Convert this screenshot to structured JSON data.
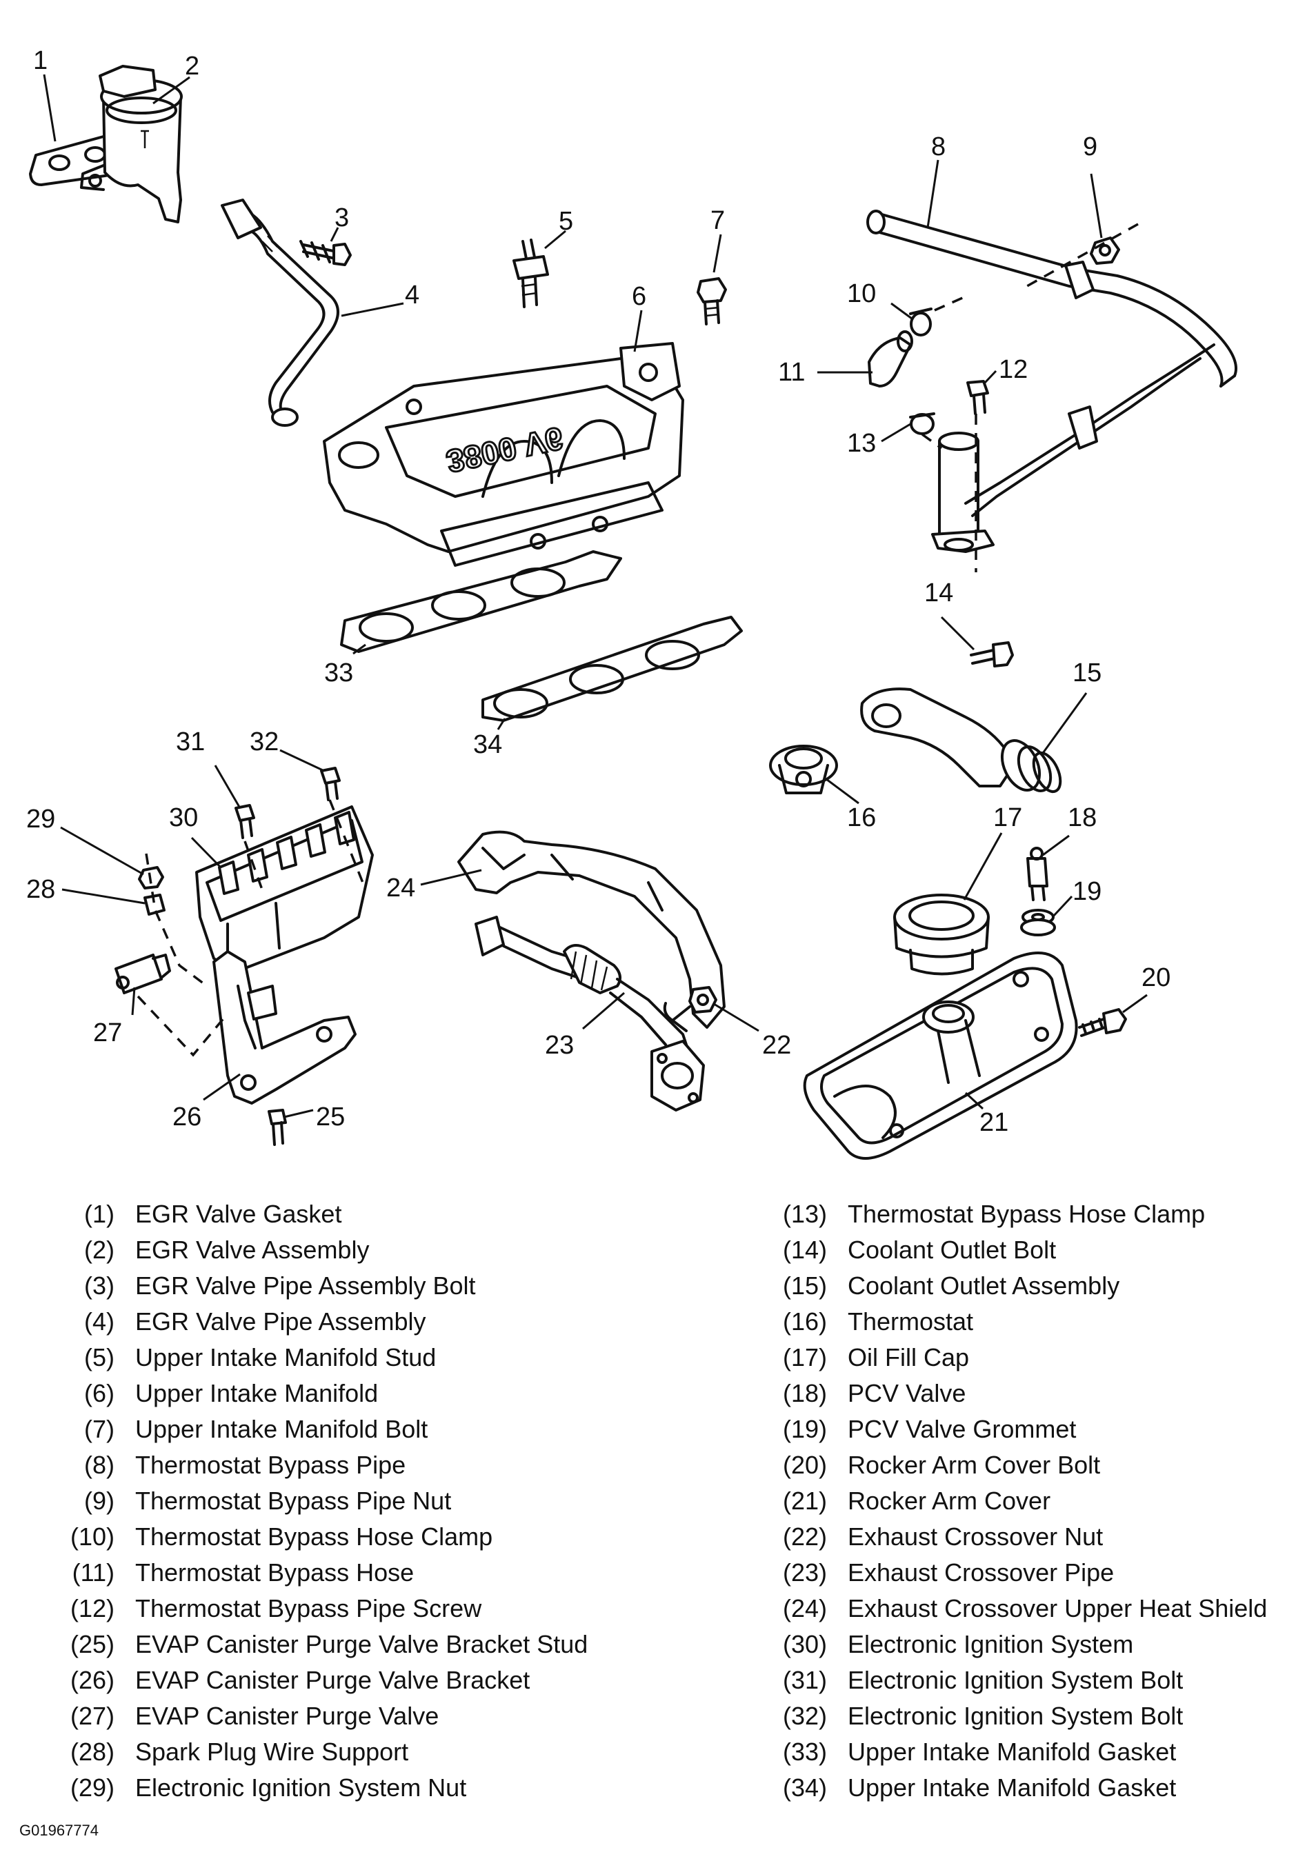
{
  "legend_left": [
    {
      "num": "(1)",
      "label": "EGR Valve Gasket"
    },
    {
      "num": "(2)",
      "label": "EGR Valve Assembly"
    },
    {
      "num": "(3)",
      "label": "EGR Valve Pipe Assembly Bolt"
    },
    {
      "num": "(4)",
      "label": "EGR Valve Pipe Assembly"
    },
    {
      "num": "(5)",
      "label": "Upper Intake Manifold Stud"
    },
    {
      "num": "(6)",
      "label": "Upper Intake Manifold"
    },
    {
      "num": "(7)",
      "label": "Upper Intake Manifold Bolt"
    },
    {
      "num": "(8)",
      "label": "Thermostat Bypass Pipe"
    },
    {
      "num": "(9)",
      "label": "Thermostat Bypass Pipe Nut"
    },
    {
      "num": "(10)",
      "label": "Thermostat Bypass Hose Clamp"
    },
    {
      "num": "(11)",
      "label": "Thermostat Bypass Hose"
    },
    {
      "num": "(12)",
      "label": "Thermostat Bypass Pipe Screw"
    },
    {
      "num": "(25)",
      "label": "EVAP Canister Purge Valve Bracket Stud"
    },
    {
      "num": "(26)",
      "label": "EVAP Canister Purge Valve Bracket"
    },
    {
      "num": "(27)",
      "label": "EVAP Canister Purge Valve"
    },
    {
      "num": "(28)",
      "label": "Spark Plug Wire Support"
    },
    {
      "num": "(29)",
      "label": "Electronic Ignition System Nut"
    }
  ],
  "legend_right": [
    {
      "num": "(13)",
      "label": "Thermostat Bypass Hose Clamp"
    },
    {
      "num": "(14)",
      "label": "Coolant Outlet Bolt"
    },
    {
      "num": "(15)",
      "label": "Coolant Outlet Assembly"
    },
    {
      "num": "(16)",
      "label": "Thermostat"
    },
    {
      "num": "(17)",
      "label": "Oil Fill Cap"
    },
    {
      "num": "(18)",
      "label": "PCV Valve"
    },
    {
      "num": "(19)",
      "label": "PCV Valve Grommet"
    },
    {
      "num": "(20)",
      "label": "Rocker Arm Cover Bolt"
    },
    {
      "num": "(21)",
      "label": "Rocker Arm Cover"
    },
    {
      "num": "(22)",
      "label": "Exhaust Crossover Nut"
    },
    {
      "num": "(23)",
      "label": "Exhaust Crossover Pipe"
    },
    {
      "num": "(24)",
      "label": "Exhaust Crossover Upper Heat Shield"
    },
    {
      "num": "(30)",
      "label": "Electronic Ignition System"
    },
    {
      "num": "(31)",
      "label": "Electronic Ignition System Bolt"
    },
    {
      "num": "(32)",
      "label": "Electronic Ignition System Bolt"
    },
    {
      "num": "(33)",
      "label": "Upper Intake Manifold Gasket"
    },
    {
      "num": "(34)",
      "label": "Upper Intake Manifold Gasket"
    }
  ],
  "callouts": [
    "1",
    "2",
    "3",
    "4",
    "5",
    "6",
    "7",
    "8",
    "9",
    "10",
    "11",
    "12",
    "13",
    "14",
    "15",
    "16",
    "17",
    "18",
    "19",
    "20",
    "21",
    "22",
    "23",
    "24",
    "25",
    "26",
    "27",
    "28",
    "29",
    "30",
    "31",
    "32",
    "33",
    "34"
  ],
  "manifold_casting_text": "3800 V6",
  "figure_code": "G01967774"
}
